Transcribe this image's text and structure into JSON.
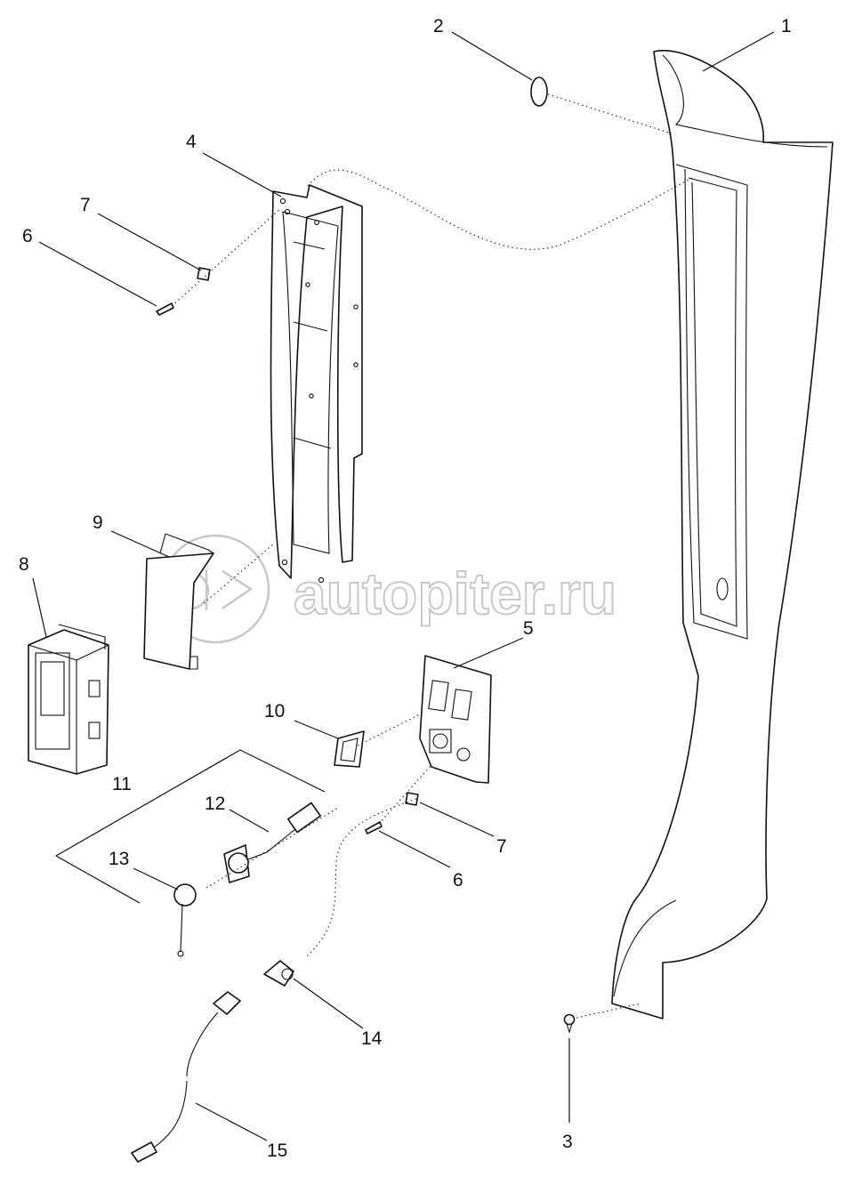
{
  "watermark": {
    "text": "autopiter.ru",
    "logo_icon": "autopiter-logo-icon"
  },
  "callouts": {
    "c1": "1",
    "c2": "2",
    "c3": "3",
    "c4": "4",
    "c5": "5",
    "c6a": "6",
    "c6b": "6",
    "c7a": "7",
    "c7b": "7",
    "c8": "8",
    "c9": "9",
    "c10": "10",
    "c11": "11",
    "c12": "12",
    "c13": "13",
    "c14": "14",
    "c15": "15"
  }
}
